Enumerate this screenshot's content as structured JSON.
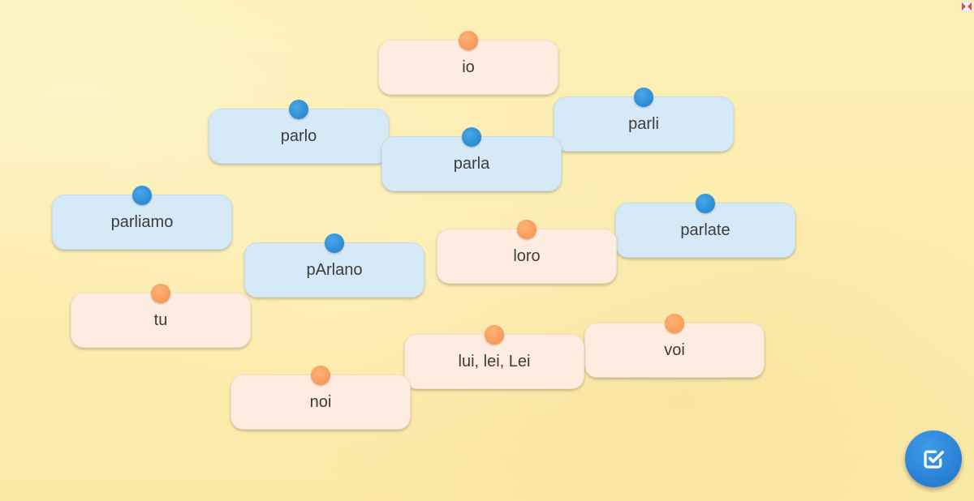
{
  "cards": [
    {
      "id": "io",
      "text": "io",
      "group": "pronoun"
    },
    {
      "id": "parlo",
      "text": "parlo",
      "group": "verb"
    },
    {
      "id": "parli",
      "text": "parli",
      "group": "verb"
    },
    {
      "id": "parla",
      "text": "parla",
      "group": "verb"
    },
    {
      "id": "parliamo",
      "text": "parliamo",
      "group": "verb"
    },
    {
      "id": "parlate",
      "text": "parlate",
      "group": "verb"
    },
    {
      "id": "loro",
      "text": "loro",
      "group": "pronoun"
    },
    {
      "id": "parlano",
      "text": "pArlano",
      "group": "verb"
    },
    {
      "id": "tu",
      "text": "tu",
      "group": "pronoun"
    },
    {
      "id": "voi",
      "text": "voi",
      "group": "pronoun"
    },
    {
      "id": "lui-lei",
      "text": "lui, lei, Lei",
      "group": "pronoun"
    },
    {
      "id": "noi",
      "text": "noi",
      "group": "pronoun"
    }
  ],
  "colors": {
    "verb_card": "#d5e9f6",
    "verb_dot": "#2a8bd2",
    "pronoun_card": "#fdecdf",
    "pronoun_dot": "#f79a55",
    "check_button": "#1f73cc",
    "background": "#fbeeb0"
  },
  "icons": {
    "check_button": "checkbox-checked-icon",
    "corner": "fullscreen-icon"
  }
}
